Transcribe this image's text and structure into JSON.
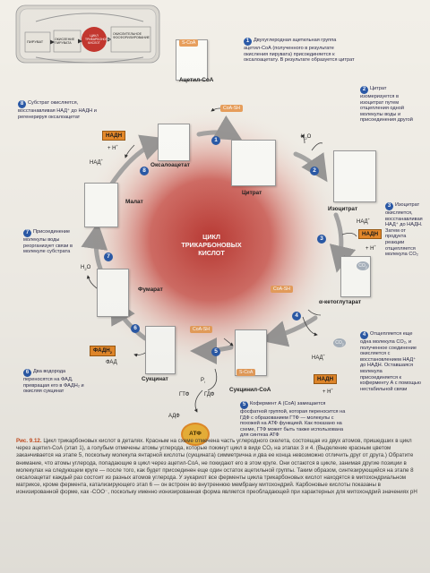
{
  "inset": {
    "left_label": "ПИРУВАТ",
    "middle_label": "ОКИСЛЕНИЕ ПИРУВАТА",
    "center_label": "ЦИКЛ ТРИКАРБОНОВЫХ КИСЛОТ",
    "right_label": "ОКИСЛИТЕЛЬНОЕ ФОСФОРИЛИРОВАНИЕ"
  },
  "center": {
    "line1": "ЦИКЛ",
    "line2": "ТРИКАРБОНОВЫХ",
    "line3": "КИСЛОТ"
  },
  "metabolites": {
    "acetyl_coa": "Ацетил-СоА",
    "citrate": "Цитрат",
    "isocitrate": "Изоцитрат",
    "alpha_kg": "α-кетоглутарат",
    "succinyl_coa": "Сукцинил-СоА",
    "succinate": "Сукцинат",
    "fumarate": "Фумарат",
    "malate": "Малат",
    "oxaloacetate": "Оксалоацетат"
  },
  "cofactors": {
    "nadh": "НАДН",
    "fadh2": "ФАДН",
    "fadh2_sub": "2",
    "nad": "НАД",
    "fad": "ФАД",
    "h_plus": "+ Н",
    "plus": "+",
    "gtp": "ГТФ",
    "gdp": "ГДФ",
    "adp": "АДФ",
    "atp": "АТФ",
    "pi": "P",
    "h2o": "Н",
    "h2o_tail": "O",
    "co2": "CO",
    "co2_sub": "2",
    "sub2": "2",
    "coa": "S-CoA",
    "coa_sh": "CoA-SH"
  },
  "steps": [
    {
      "n": "1",
      "text": "Двухуглеродная ацетильная группа ацетил-СоА (полученного в результате окисления пирувата) присоединяется к оксалоацетату. В результате образуется цитрат"
    },
    {
      "n": "2",
      "text": "Цитрат изомеризуется в изоцитрат путем отщепления одной молекулы воды и присоединения другой"
    },
    {
      "n": "3",
      "text": "Изоцитрат окисляется, восстанавливая НАД⁺ до НАДН. Затем от продукта реакции отщепляется молекула CO₂"
    },
    {
      "n": "4",
      "text": "Отщепляется еще одна молекула CO₂, и полученное соединение окисляется с восстановлением НАД⁺ до НАДН. Оставшаяся молекула присоединяется к коферменту А с помощью нестабильной связи"
    },
    {
      "n": "5",
      "text": "Кофермент А (СоА) замещается фосфатной группой, которая переносится на ГДФ с образованием ГТФ — молекулы с похожей на АТФ функцией. Как показано на схеме, ГТФ может быть также использована для синтеза АТФ"
    },
    {
      "n": "6",
      "text": "Два водорода переносятся на ФАД, превращая его в ФАДН₂ и окисляя сукцинат"
    },
    {
      "n": "7",
      "text": "Присоединение молекулы воды реорганизует связи в молекуле субстрата"
    },
    {
      "n": "8",
      "text": "Субстрат окисляется, восстанавливая НАД⁺ до НАДН и регенерируя оксалоацетат"
    }
  ],
  "caption": {
    "figure": "Рис. 9.12.",
    "text": "Цикл трикарбоновых кислот в деталях. Красным на схеме отмечена часть углеродного скелета, состоящая из двух атомов, пришедших в цикл через ацетил-СоА (этап 1), а голубым отмечены атомы углерода, которые покинут цикл в виде CO₂ на этапах 3 и 4. (Выделение красным цветом заканчивается на этапе 5, поскольку молекула янтарной кислоты (сукцината) симметрична и два ее конца невозможно отличить друг от друга.) Обратите внимание, что атомы углерода, попадающие в цикл через ацетил-СоА, не покидают его в этом круге. Они остаются в цикле, занимая другие позиции в молекулах на следующем круге — после того, как будет присоединен еще один остаток ацетильной группы. Таким образом, синтезирующийся на этапе 8 оксалоацетат каждый раз состоит из разных атомов углерода. У эукариот все ферменты цикла трикарбоновых кислот находятся в митохондриальном матриксе, кроме фермента, катализирующего этап 6 — он встроен во внутреннюю мембрану митохондрий. Карбоновые кислоты показаны в ионизированной форме, как -COO⁻, поскольку именно ионизированная форма является преобладающей при характерных для митохондрий значениях pH"
  },
  "colors": {
    "accent_red": "#b8302a",
    "step_blue": "#2b5aa8",
    "cofactor_orange": "#e78a2b",
    "coa_orange": "#e89f5c"
  }
}
